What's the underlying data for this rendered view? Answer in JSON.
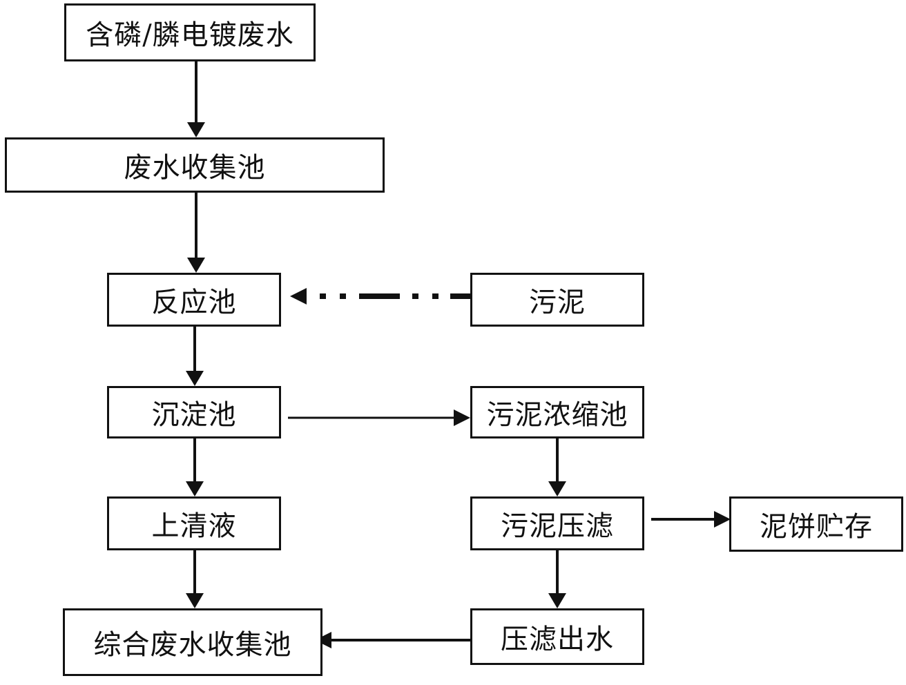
{
  "diagram": {
    "nodes": {
      "phosphorus_wastewater": "含磷/膦电镀废水",
      "collection_tank": "废水收集池",
      "reaction_tank": "反应池",
      "sludge": "污泥",
      "sedimentation_tank": "沉淀池",
      "sludge_thickener": "污泥浓缩池",
      "supernatant": "上清液",
      "sludge_filter_press": "污泥压滤",
      "sludge_cake_storage": "泥饼贮存",
      "combined_collection_tank": "综合废水收集池",
      "filtrate": "压滤出水"
    },
    "colors": {
      "stroke": "#111111",
      "background": "#ffffff"
    }
  }
}
